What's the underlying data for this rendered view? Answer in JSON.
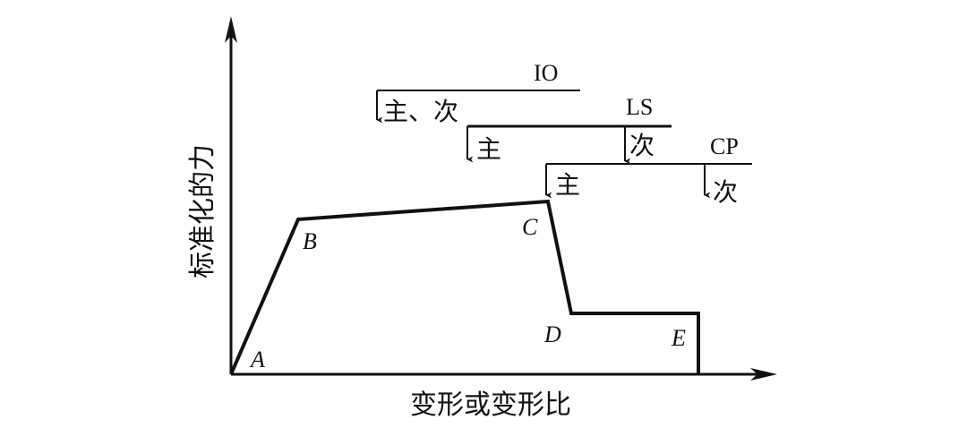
{
  "diagram": {
    "y_axis_label": "标准化的力",
    "x_axis_label": "变形或变形比",
    "points": {
      "A": "A",
      "B": "B",
      "C": "C",
      "D": "D",
      "E": "E"
    },
    "levels": {
      "io": {
        "name": "IO",
        "primary_secondary": "主、次"
      },
      "ls": {
        "name": "LS",
        "primary": "主",
        "secondary": "次"
      },
      "cp": {
        "name": "CP",
        "primary": "主",
        "secondary": "次"
      }
    },
    "colors": {
      "line": "#111111",
      "background": "#ffffff"
    }
  }
}
